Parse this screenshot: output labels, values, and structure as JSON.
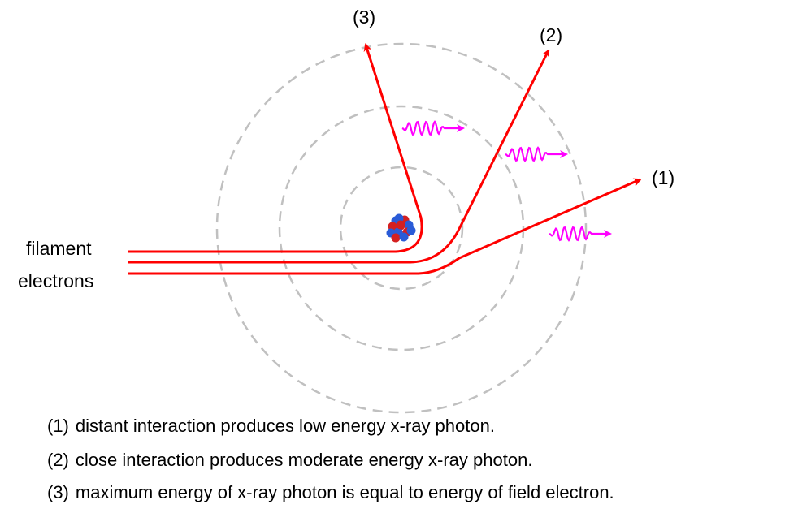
{
  "colors": {
    "path": "#ff0000",
    "photon": "#ff00ff",
    "shell": "#c0c0c0",
    "proton": "#d42020",
    "neutron": "#2a5bd7"
  },
  "labels": {
    "path1": "(1)",
    "path2": "(2)",
    "path3": "(3)",
    "source_line1": "filament",
    "source_line2": "electrons"
  },
  "legend": [
    {
      "num": "(1)",
      "text": "distant interaction produces low energy x-ray photon."
    },
    {
      "num": "(2)",
      "text": "close interaction produces moderate energy x-ray photon."
    },
    {
      "num": "(3)",
      "text": "maximum energy of x-ray photon is equal to energy of field electron."
    }
  ]
}
